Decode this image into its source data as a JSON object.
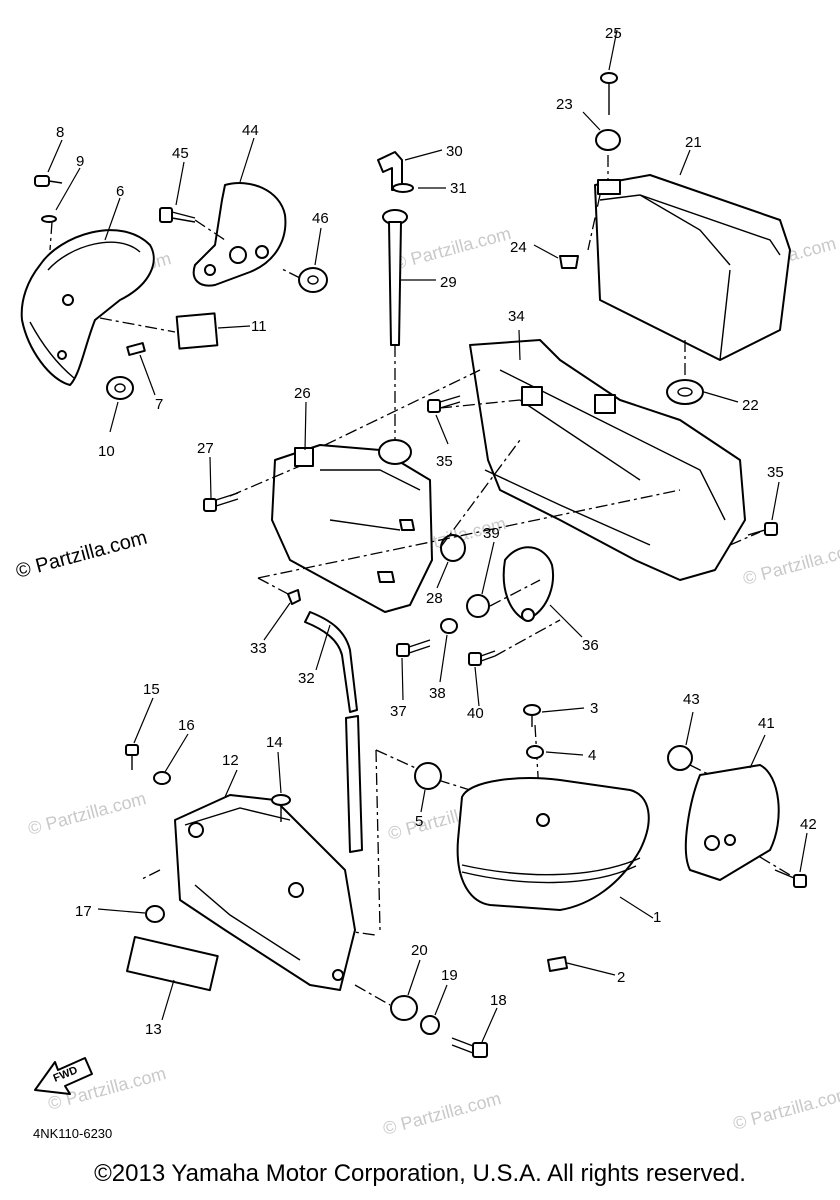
{
  "diagram": {
    "callouts": [
      "1",
      "2",
      "3",
      "4",
      "5",
      "6",
      "7",
      "8",
      "9",
      "10",
      "11",
      "12",
      "13",
      "14",
      "15",
      "16",
      "17",
      "18",
      "19",
      "20",
      "21",
      "22",
      "23",
      "24",
      "25",
      "26",
      "27",
      "28",
      "29",
      "30",
      "31",
      "32",
      "33",
      "34",
      "35",
      "35",
      "36",
      "37",
      "38",
      "39",
      "40",
      "41",
      "42",
      "43",
      "44",
      "45",
      "46"
    ],
    "fwd_label": "FWD",
    "part_code": "4NK110-6230",
    "watermark": "© Partzilla.com",
    "watermark_short": "© Partzilla.com"
  },
  "footer": {
    "copyright": "©2013 Yamaha Motor Corporation, U.S.A. All rights reserved."
  }
}
